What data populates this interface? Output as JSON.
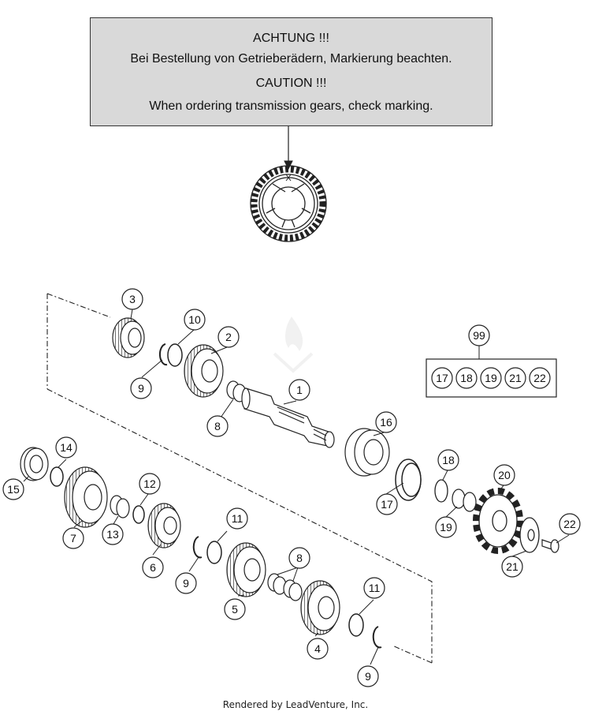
{
  "notice": {
    "de_title": "ACHTUNG !!!",
    "de_text": "Bei Bestellung von Getrieberädern, Markierung beachten.",
    "en_title": "CAUTION !!!",
    "en_text": "When ordering transmission gears, check marking."
  },
  "marking_symbol": "X",
  "kit": {
    "number": "99",
    "items": [
      "17",
      "18",
      "19",
      "21",
      "22"
    ]
  },
  "callouts": [
    "1",
    "2",
    "3",
    "4",
    "5",
    "6",
    "7",
    "8",
    "9",
    "10",
    "11",
    "12",
    "13",
    "14",
    "15",
    "16",
    "17",
    "18",
    "19",
    "20",
    "21",
    "22"
  ],
  "footer": "Rendered by LeadVenture, Inc.",
  "colors": {
    "notice_bg": "#d9d9d9",
    "line": "#222222"
  }
}
